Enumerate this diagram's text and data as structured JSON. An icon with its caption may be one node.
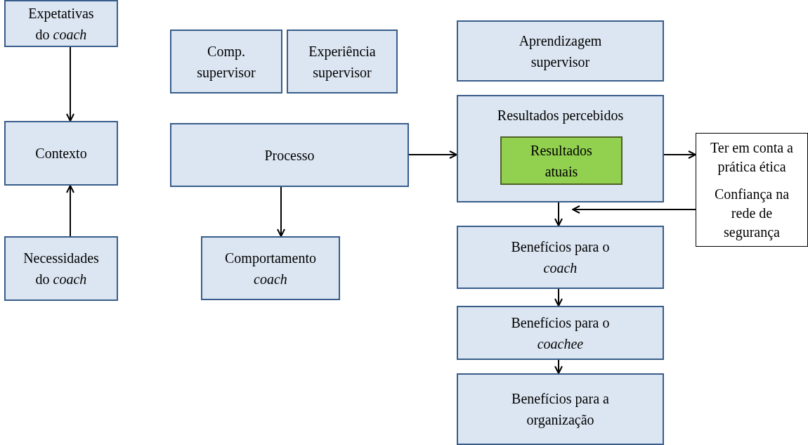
{
  "diagram": {
    "nodes": [
      {
        "text": [
          "Expetativas do *coach*"
        ]
      },
      {
        "text": [
          "Contexto"
        ]
      },
      {
        "text": [
          "Necessidades do *coach*"
        ]
      },
      {
        "text": [
          "Comp. supervisor"
        ]
      },
      {
        "text": [
          "Experiência supervisor"
        ]
      },
      {
        "text": [
          "Processo"
        ]
      },
      {
        "text": [
          "Comportamento *coach*"
        ]
      },
      {
        "text": [
          "Aprendizagem supervisor"
        ]
      },
      {
        "text": [
          "Resultados percebidos"
        ]
      },
      {
        "text": [
          "Resultados atuais"
        ],
        "in": 8
      },
      {
        "text": [
          "Ter em conta a prática ética",
          "Confiança na rede de segurança"
        ]
      },
      {
        "text": [
          "Benefícios para o *coach*"
        ]
      },
      {
        "text": [
          "Benefícios para o *coachee*"
        ]
      },
      {
        "text": [
          "Benefícios para a organização"
        ]
      }
    ],
    "edges": [
      {
        "from": 0,
        "to": 1,
        "arrow": "to"
      },
      {
        "from": 2,
        "to": 1,
        "arrow": "to"
      },
      {
        "from": 5,
        "to": 6,
        "arrow": "to"
      },
      {
        "from": 5,
        "to": 8,
        "arrow": "to"
      },
      {
        "from": 8,
        "to": 10,
        "arrow": "to"
      },
      {
        "from": 8,
        "to": 11,
        "arrow": "to"
      },
      {
        "from": 10,
        "to": 11,
        "arrow": "to"
      },
      {
        "from": 11,
        "to": 12,
        "arrow": "to"
      },
      {
        "from": 12,
        "to": 13,
        "arrow": "to"
      }
    ]
  }
}
